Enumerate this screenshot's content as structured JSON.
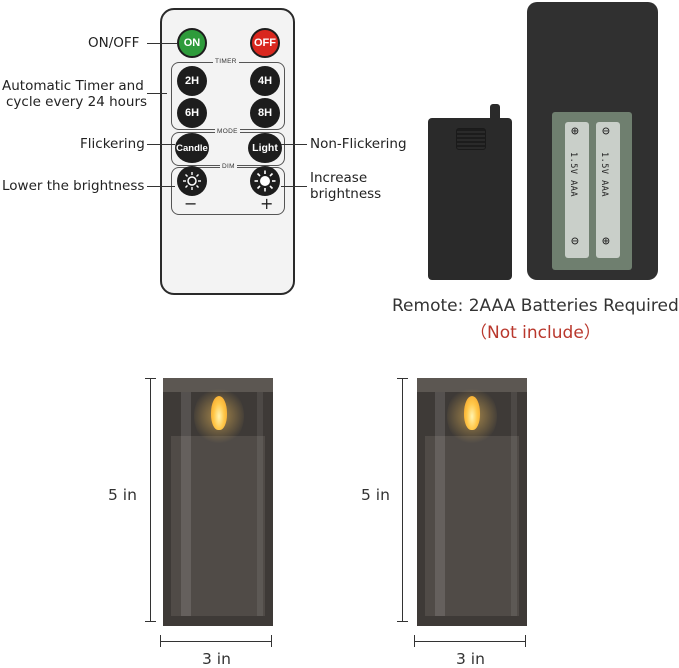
{
  "remote": {
    "on_label": "ON",
    "off_label": "OFF",
    "timer_title": "TIMER",
    "timer_2h": "2H",
    "timer_4h": "4H",
    "timer_6h": "6H",
    "timer_8h": "8H",
    "mode_title": "MODE",
    "candle_label": "Candle",
    "light_label": "Light",
    "dim_title": "DIM",
    "minus": "−",
    "plus": "+"
  },
  "callouts": {
    "on_off": "ON/OFF",
    "timer_line1": "Automatic Timer and",
    "timer_line2": "cycle every 24 hours",
    "flickering": "Flickering",
    "non_flickering": "Non-Flickering",
    "lower": "Lower the brightness",
    "increase_line1": "Increase",
    "increase_line2": "brightness"
  },
  "batteries": {
    "battery_text": "1.5V AAA"
  },
  "caption": {
    "main": "Remote: 2AAA Batteries Required",
    "note": "（Not include）"
  },
  "candles": [
    {
      "height": "5 in",
      "width": "3 in"
    },
    {
      "height": "5 in",
      "width": "3 in"
    }
  ]
}
